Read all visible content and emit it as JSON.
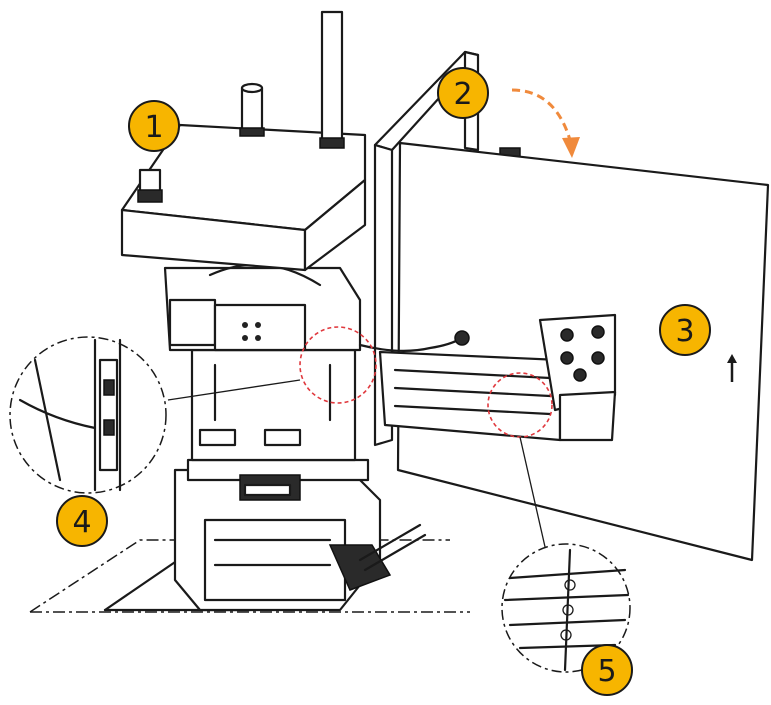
{
  "colors": {
    "callout_fill": "#F7B500",
    "callout_stroke": "#1a1a1a",
    "arrow": "#F08A3C",
    "highlight_circle": "#E0393E"
  },
  "callouts": [
    {
      "label": "1"
    },
    {
      "label": "2"
    },
    {
      "label": "3"
    },
    {
      "label": "4"
    },
    {
      "label": "5"
    }
  ],
  "icons": {
    "direction_arrow": "orange-dashed-curved-arrow",
    "up_marker": "up-arrow-icon"
  }
}
